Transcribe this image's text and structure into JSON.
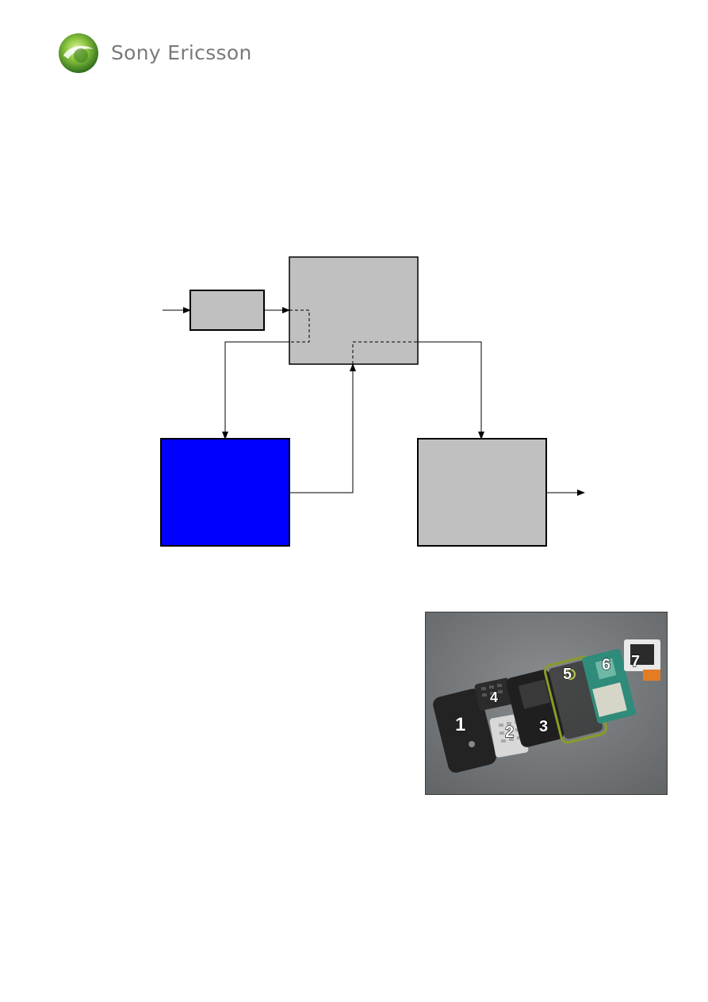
{
  "header": {
    "logo_text": "Sony Ericsson",
    "logo_colors": {
      "outer": "#3f8f28",
      "inner": "#b8e34a"
    }
  },
  "diagram": {
    "box_color_gray": "#c0c0c0",
    "box_color_blue": "#0000ff",
    "line_color": "#000000"
  },
  "photo": {
    "labels": [
      "1",
      "2",
      "3",
      "4",
      "5",
      "6",
      "7"
    ]
  }
}
